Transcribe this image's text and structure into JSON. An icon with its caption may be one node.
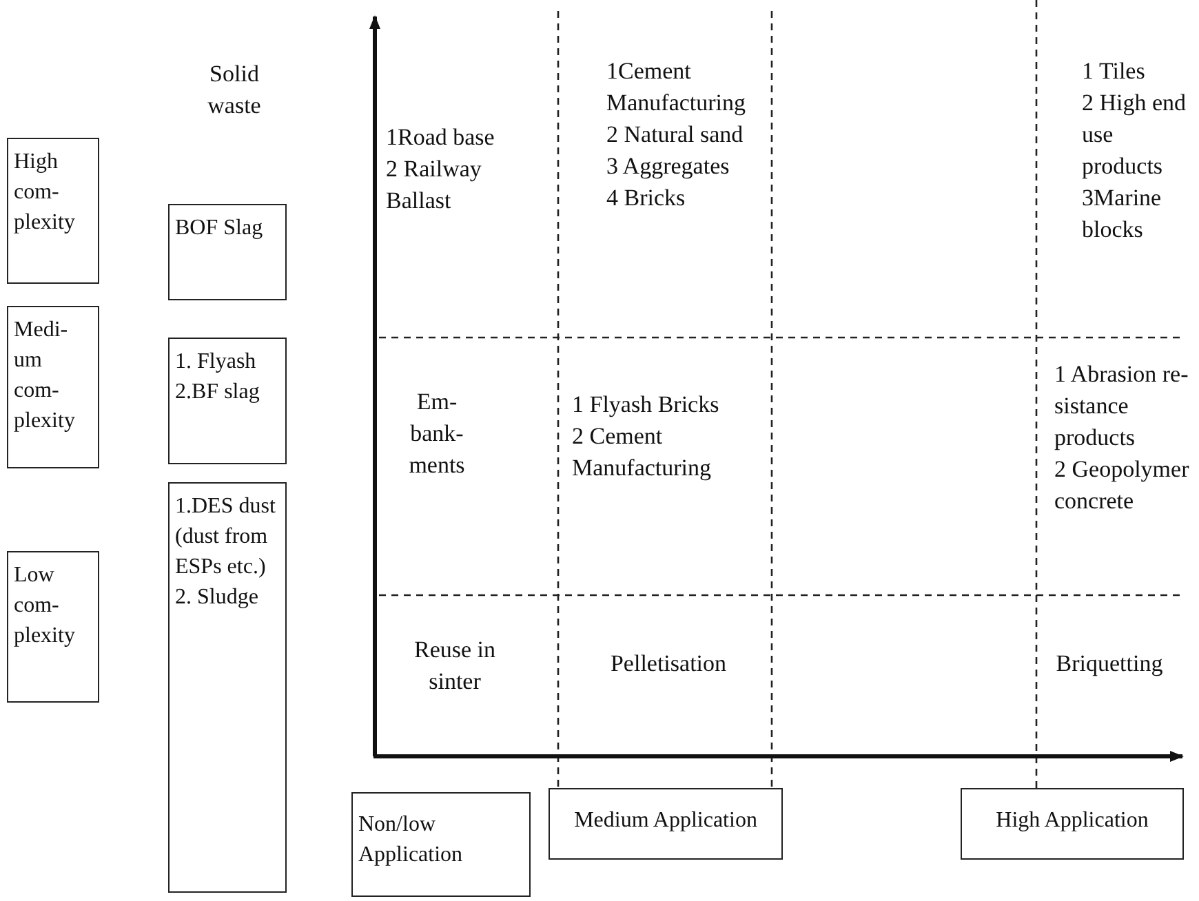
{
  "diagram": {
    "nodes": [
      {
        "text": [
          "High com- plexity"
        ]
      },
      {
        "text": [
          "Medi- um com- plexity"
        ]
      },
      {
        "text": [
          "Low com- plexity"
        ]
      },
      {
        "text": [
          "BOF Slag"
        ]
      },
      {
        "text": [
          "1. Flyash 2.BF slag"
        ]
      },
      {
        "text": [
          "1.DES dust (dust from ESPs etc.) 2. Sludge"
        ]
      },
      {
        "text": [
          "Non/low Application"
        ]
      },
      {
        "text": [
          "Medium Application"
        ]
      },
      {
        "text": [
          "High Application"
        ]
      }
    ],
    "labels": [
      "Solid waste",
      "1Road base",
      "2 Railway Ballast",
      "1Cement Manufacturing",
      "2 Natural sand",
      "3 Aggregates",
      "4 Bricks",
      "1 Tiles",
      "2 High end use products",
      "3Marine blocks",
      "Em- bank- ments",
      "1 Flyash Bricks",
      "2 Cement Manufacturing",
      "1 Abrasion re- sistance products",
      "2 Geopolymer concrete",
      "Reuse in sinter",
      "Pelletisation",
      "Briquetting"
    ]
  }
}
